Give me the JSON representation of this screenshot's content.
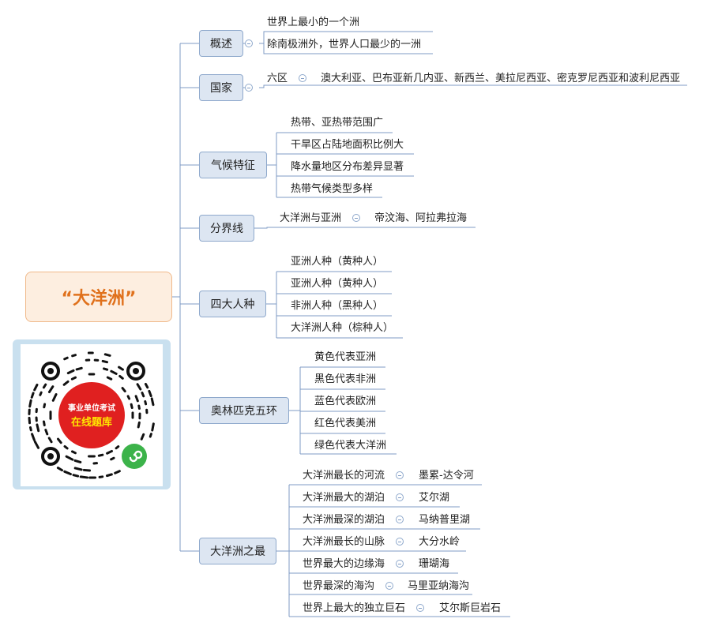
{
  "root": {
    "title": "“大洋洲”"
  },
  "branches": [
    {
      "key": "b1",
      "label": "概述",
      "items": [
        "世界上最小的一个洲",
        "除南极洲外，世界人口最少的一洲"
      ]
    },
    {
      "key": "b2",
      "label": "国家",
      "pair": [
        "六区",
        "澳大利亚、巴布亚新几内亚、新西兰、美拉尼西亚、密克罗尼西亚和波利尼西亚"
      ]
    },
    {
      "key": "b3",
      "label": "气候特征",
      "items": [
        "热带、亚热带范围广",
        "干旱区占陆地面积比例大",
        "降水量地区分布差异显著",
        "热带气候类型多样"
      ]
    },
    {
      "key": "b4",
      "label": "分界线",
      "pair": [
        "大洋洲与亚洲",
        "帝汶海、阿拉弗拉海"
      ]
    },
    {
      "key": "b5",
      "label": "四大人种",
      "items": [
        "亚洲人种（黄种人）",
        "亚洲人种（黄种人）",
        "非洲人种（黑种人）",
        "大洋洲人种（棕种人）"
      ]
    },
    {
      "key": "b6",
      "label": "奥林匹克五环",
      "items": [
        "黄色代表亚洲",
        "黑色代表非洲",
        "蓝色代表欧洲",
        "红色代表美洲",
        "绿色代表大洋洲"
      ]
    },
    {
      "key": "b7",
      "label": "大洋洲之最",
      "pairs": [
        [
          "大洋洲最长的河流",
          "墨累-达令河"
        ],
        [
          "大洋洲最大的湖泊",
          "艾尔湖"
        ],
        [
          "大洋洲最深的湖泊",
          "马纳普里湖"
        ],
        [
          "大洋洲最长的山脉",
          "大分水岭"
        ],
        [
          "世界最大的边缘海",
          "珊瑚海"
        ],
        [
          "世界最深的海沟",
          "马里亚纳海沟"
        ],
        [
          "世界上最大的独立巨石",
          "艾尔斯巨岩石"
        ]
      ]
    }
  ],
  "qr": {
    "line1": "事业单位考试",
    "line2": "在线题库"
  },
  "colors": {
    "line": "#7f9bc4",
    "node_fill": "#dde6f2",
    "root_fill": "#fdeee0",
    "root_text": "#e0711c",
    "qr_red": "#e02020",
    "wechat_green": "#3cb34a"
  }
}
